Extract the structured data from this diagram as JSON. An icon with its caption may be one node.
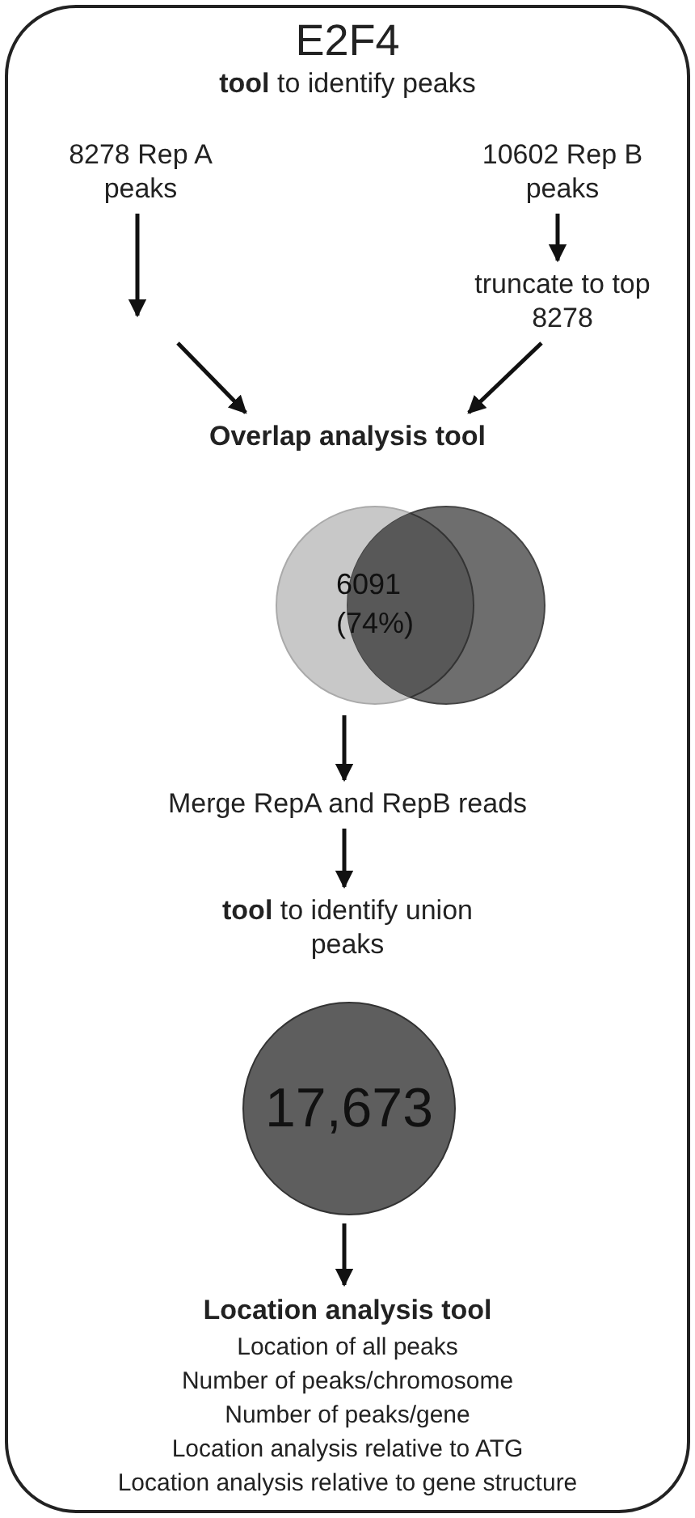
{
  "diagram": {
    "nodes": [
      {
        "text": [
          "E2F4"
        ]
      },
      {
        "text": [
          "8278 Rep A peaks"
        ],
        "in": 0
      },
      {
        "text": [
          "10602 Rep B peaks"
        ],
        "in": 0
      },
      {
        "text": [
          "truncate to top 8278"
        ],
        "in": 0
      },
      {
        "text": [
          "Overlap analysis tool"
        ],
        "in": 0
      },
      {
        "text": [
          "6091 (74%)"
        ],
        "in": 0
      },
      {
        "text": [
          "Merge RepA and RepB reads"
        ],
        "in": 0
      },
      {
        "text": [
          "**tool** to identify union peaks"
        ],
        "in": 0
      },
      {
        "text": [
          "17,673"
        ],
        "in": 0
      },
      {
        "text": [
          "Location analysis tool",
          "Location of all peaks",
          "Number of peaks/chromosome",
          "Number of peaks/gene",
          "Location analysis relative to ATG",
          "Location analysis relative to gene structure"
        ],
        "in": 0
      }
    ],
    "edges": [
      {
        "from": 1,
        "to": null,
        "arrow": "to"
      },
      {
        "from": null,
        "to": 4,
        "arrow": "to"
      },
      {
        "from": 2,
        "to": 3,
        "arrow": "to"
      },
      {
        "from": 3,
        "to": 4,
        "arrow": "to"
      },
      {
        "from": 5,
        "to": 6,
        "arrow": "to"
      },
      {
        "from": 6,
        "to": 7,
        "arrow": "to"
      },
      {
        "from": 8,
        "to": 9,
        "arrow": "to"
      }
    ],
    "labels": [
      "**tool** to identify peaks"
    ]
  }
}
